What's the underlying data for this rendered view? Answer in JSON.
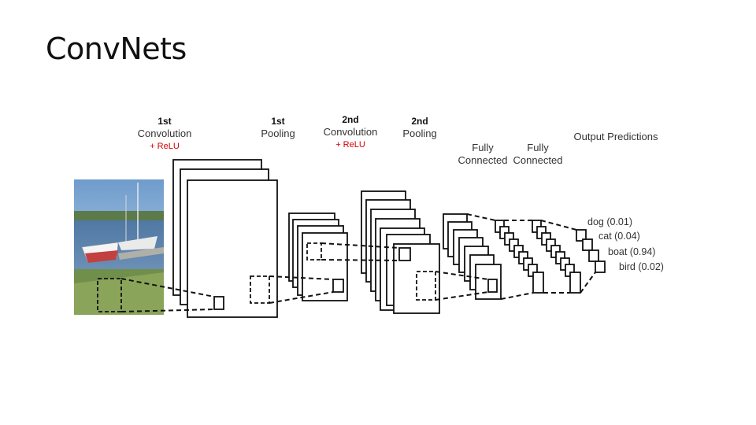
{
  "slide": {
    "title": "ConvNets"
  },
  "stages": [
    {
      "ordinal": "1st",
      "name": "Convolution",
      "note": "+ ReLU"
    },
    {
      "ordinal": "1st",
      "name": "Pooling",
      "note": ""
    },
    {
      "ordinal": "2nd",
      "name": "Convolution",
      "note": "+ ReLU"
    },
    {
      "ordinal": "2nd",
      "name": "Pooling",
      "note": ""
    },
    {
      "ordinal": "",
      "name": "Fully\nConnected",
      "note": ""
    },
    {
      "ordinal": "",
      "name": "Fully\nConnected",
      "note": ""
    },
    {
      "ordinal": "",
      "name": "Output Predictions",
      "note": ""
    }
  ],
  "predictions": [
    {
      "label": "dog (0.01)"
    },
    {
      "label": "cat (0.04)"
    },
    {
      "label": "boat (0.94)"
    },
    {
      "label": "bird (0.02)"
    }
  ],
  "colors": {
    "relu": "#d40000",
    "stroke": "#111111"
  }
}
